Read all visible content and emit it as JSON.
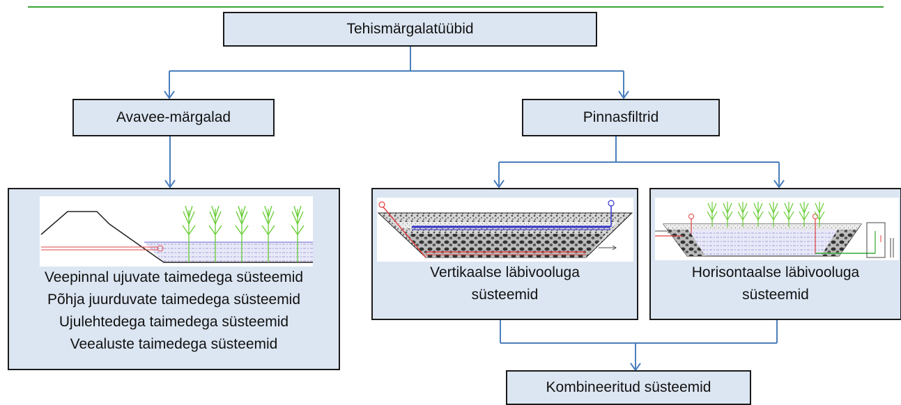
{
  "diagram": {
    "root": "Tehismärgalatüübid",
    "left_branch": {
      "title": "Avavee-märgalad",
      "items": [
        "Veepinnal ujuvate taimedega süsteemid",
        "Põhja juurduvate taimedega süsteemid",
        "Ujulehtedega taimedega süsteemid",
        "Veealuste taimedega süsteemid"
      ]
    },
    "right_branch": {
      "title": "Pinnasfiltrid",
      "vertical": {
        "lines": [
          "Vertikaalse läbivooluga",
          "süsteemid"
        ]
      },
      "horizontal": {
        "lines": [
          "Horisontaalse läbivooluga",
          "süsteemid"
        ]
      },
      "combined": "Kombineeritud süsteemid"
    }
  },
  "colors": {
    "box_fill": "#dce6f2",
    "box_border": "#1a1a1a",
    "connector": "#4a7ebb",
    "top_rule": "#3aa635",
    "plant": "#66cc33",
    "pipe_red": "#e04040",
    "pipe_blue": "#3333cc"
  }
}
